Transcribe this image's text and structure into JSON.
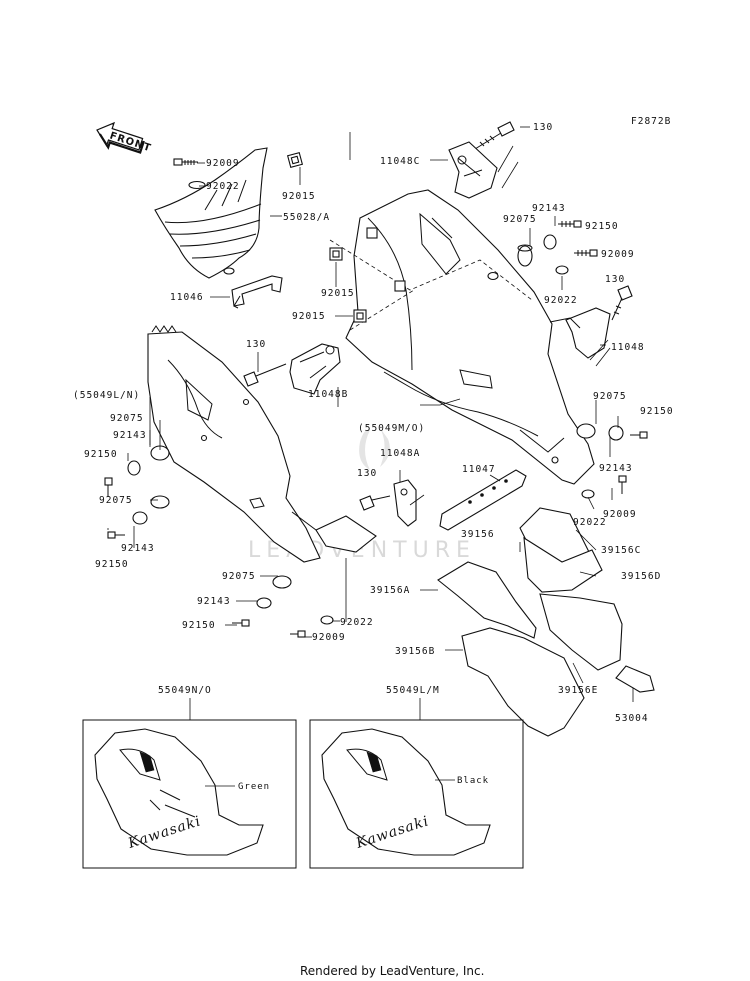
{
  "diagram": {
    "ref_code": "F2872B",
    "front_arrow": "FRONT",
    "watermark": "LEADVENTURE",
    "footer": "Rendered by LeadVenture, Inc.",
    "part_labels": {
      "p130_top": "130",
      "p11048C": "11048C",
      "p92009_top": "92009",
      "p92022_top": "92022",
      "p92015_top": "92015",
      "p55028A": "55028/A",
      "p11046": "11046",
      "p92015_a": "92015",
      "p92015_b": "92015",
      "p92143_top": "92143",
      "p92075_top": "92075",
      "p92150_top": "92150",
      "p92009_right": "92009",
      "p92022_right": "92022",
      "p130_right": "130",
      "p11048": "11048",
      "p130_mid": "130",
      "p11048B": "11048B",
      "p55049LN": "(55049L/N)",
      "p92075_l1": "92075",
      "p92143_l1": "92143",
      "p92150_l1": "92150",
      "p92075_l2": "92075",
      "p92143_l2": "92143",
      "p92150_l2": "92150",
      "p55049MO": "(55049M/O)",
      "p92075_r": "92075",
      "p92150_r": "92150",
      "p92143_r": "92143",
      "p92009_r2": "92009",
      "p92022_r2": "92022",
      "p130_low": "130",
      "p11048A": "11048A",
      "p11047": "11047",
      "p39156": "39156",
      "p39156C": "39156C",
      "p39156D": "39156D",
      "p39156A": "39156A",
      "p39156B": "39156B",
      "p39156E": "39156E",
      "p53004": "53004",
      "p92075_b": "92075",
      "p92143_b": "92143",
      "p92150_b": "92150",
      "p92022_b": "92022",
      "p92009_b": "92009"
    },
    "inset_left": {
      "label": "55049N/O",
      "color": "Green",
      "logo": "Kawasaki"
    },
    "inset_right": {
      "label": "55049L/M",
      "color": "Black",
      "logo": "Kawasaki"
    }
  }
}
